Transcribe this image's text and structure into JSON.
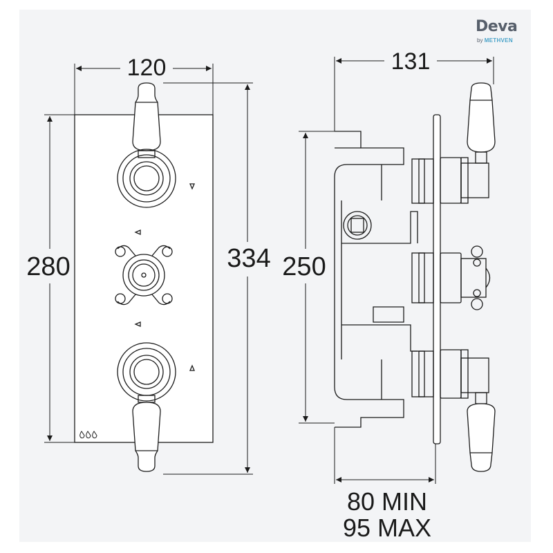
{
  "logo": {
    "name": "Deva",
    "by": "by",
    "brand": "METHVEN"
  },
  "dimensions": {
    "front_width": "120",
    "front_height": "280",
    "overall_height": "334",
    "side_depth": "131",
    "body_height": "250",
    "min_depth": "80 MIN",
    "max_depth": "95 MAX"
  },
  "icons": {
    "flow_symbol": "water-drops-icon",
    "arrow_down": "arrow-down-icon",
    "arrow_left": "arrow-left-icon",
    "arrow_up": "arrow-up-icon"
  },
  "colors": {
    "line": "#1a1a1a",
    "logo_grey": "#575f6b",
    "logo_blue": "#4aa3c9"
  }
}
